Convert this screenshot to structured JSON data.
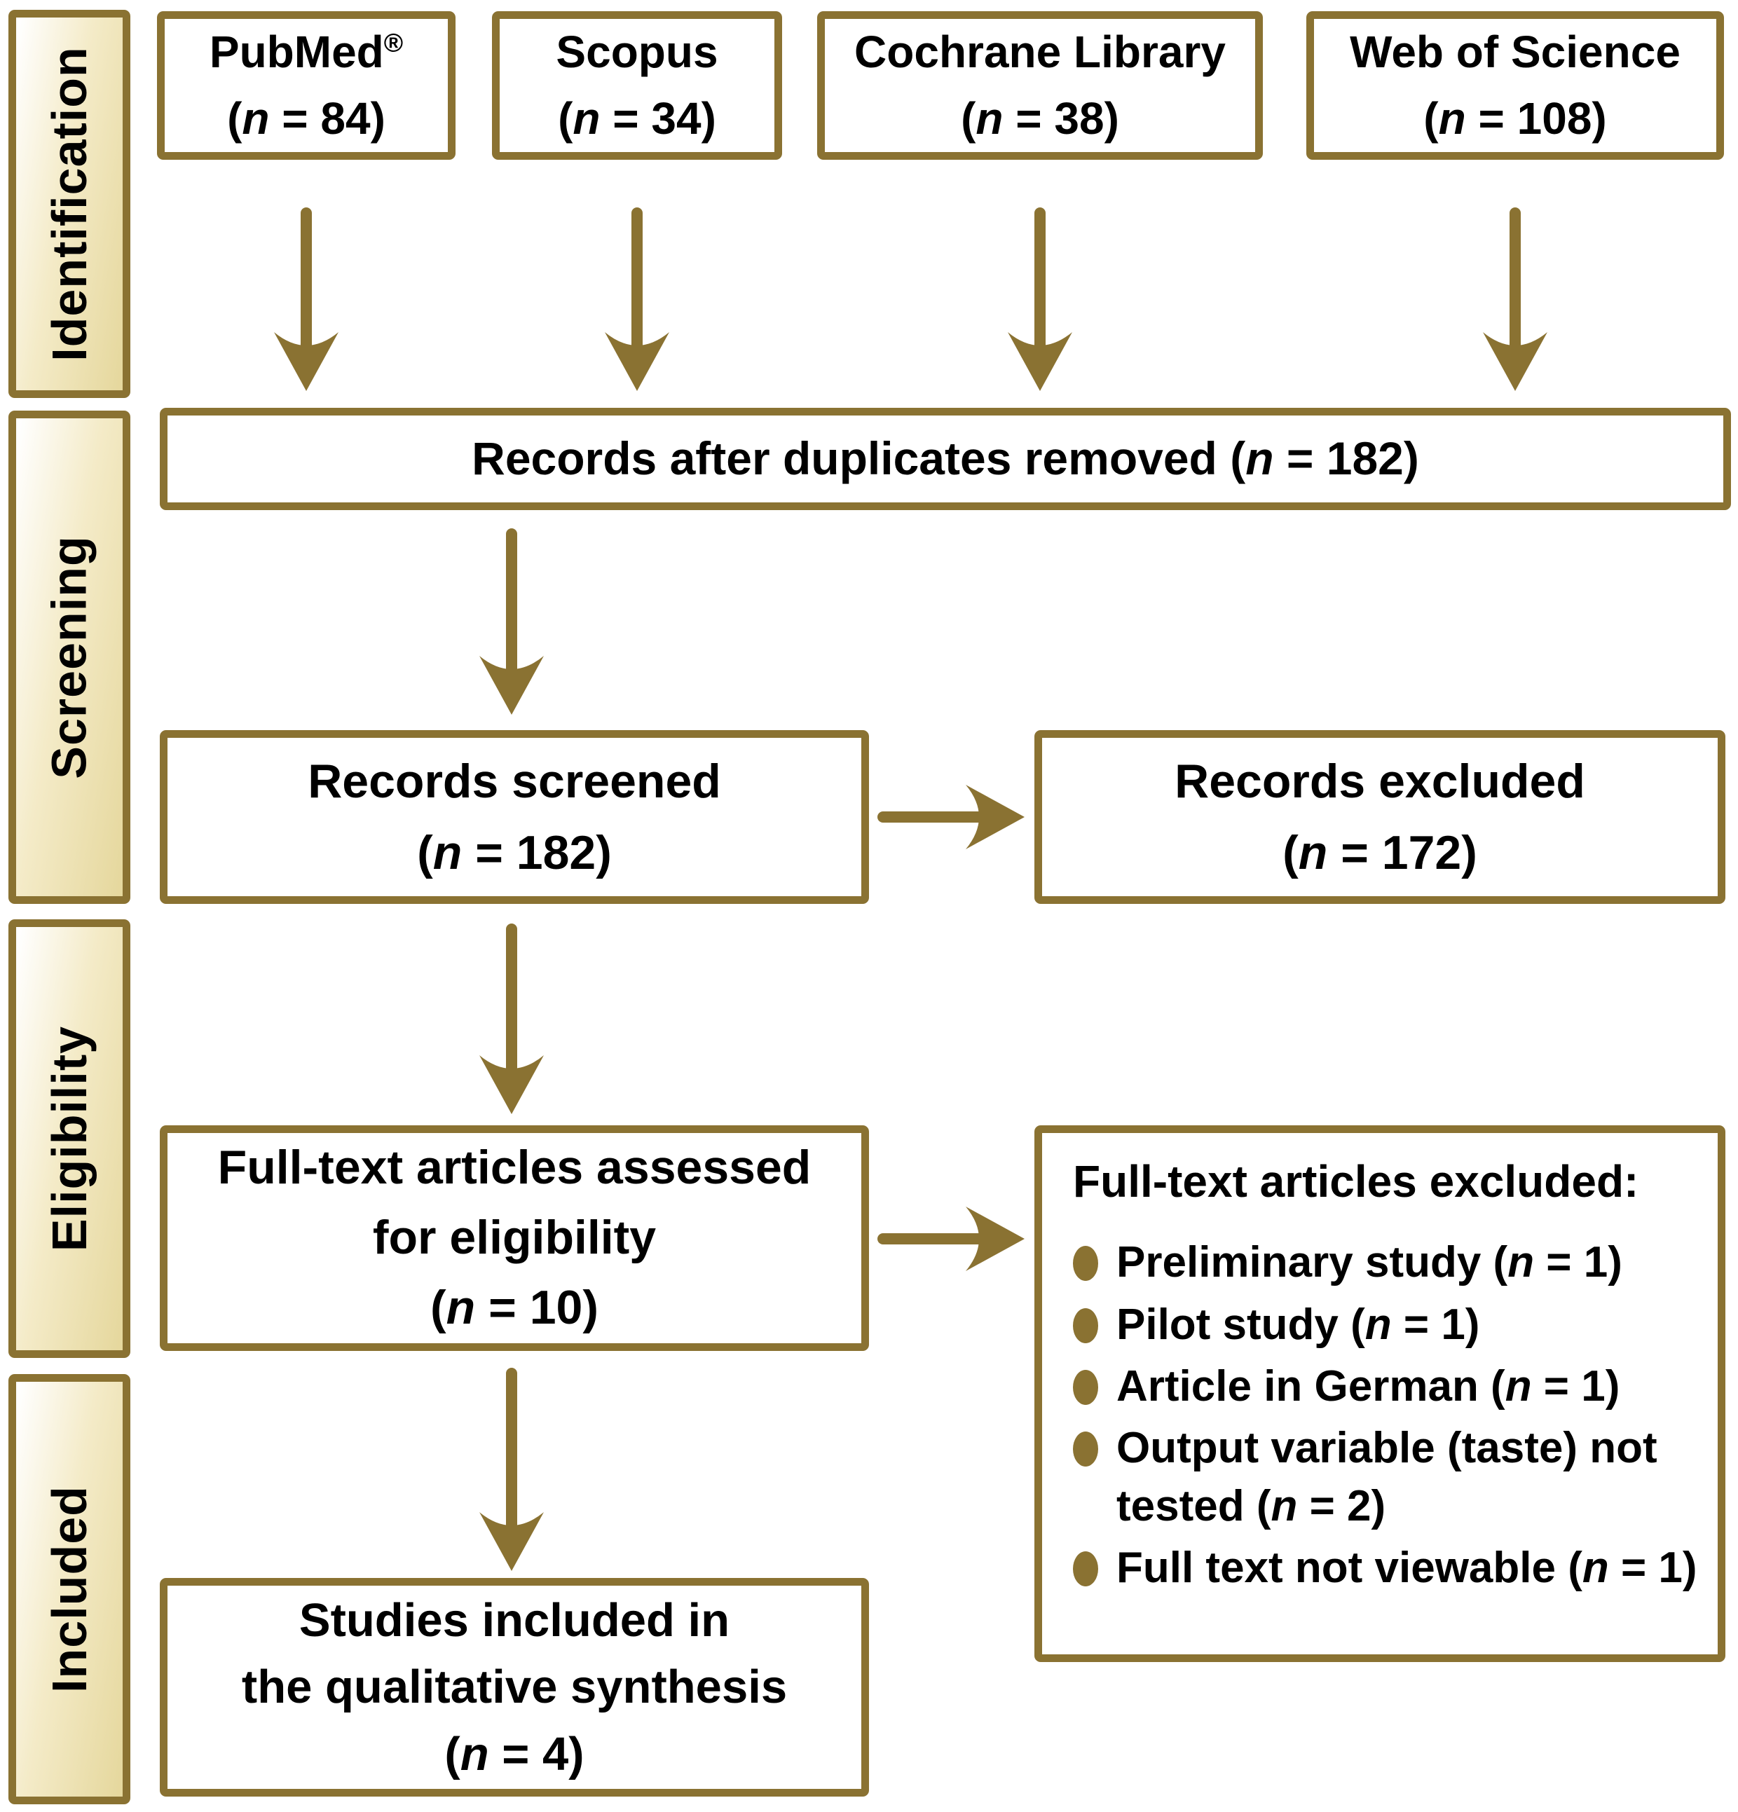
{
  "diagram": {
    "background": "#ffffff",
    "accent_gold": "#8a7232",
    "band_gradient_start": "#ffffff",
    "band_gradient_end": "#e5d79c",
    "phases": [
      "Identification",
      "Screening",
      "Eligibility",
      "Included"
    ],
    "sources": [
      "PubMed®\n(n = 84)",
      "Scopus\n(n = 34)",
      "Cochrane Library\n(n = 38)",
      "Web of Science\n(n = 108)"
    ],
    "records_after_duplicates": "Records after duplicates removed (n = 182)",
    "records_screened": "Records screened\n(n = 182)",
    "records_excluded": "Records excluded\n(n = 172)",
    "fulltext_assessed": "Full-text articles assessed\nfor eligibility\n(n = 10)",
    "fulltext_excluded": {
      "heading": "Full-text articles excluded:",
      "reasons": [
        "Preliminary study (n = 1)",
        "Pilot study (n = 1)",
        "Article in German (n = 1)",
        "Output variable (taste) not tested (n = 2)",
        "Full text not viewable (n = 1)"
      ]
    },
    "studies_included": "Studies included in\nthe qualitative synthesis\n(n = 4)"
  }
}
